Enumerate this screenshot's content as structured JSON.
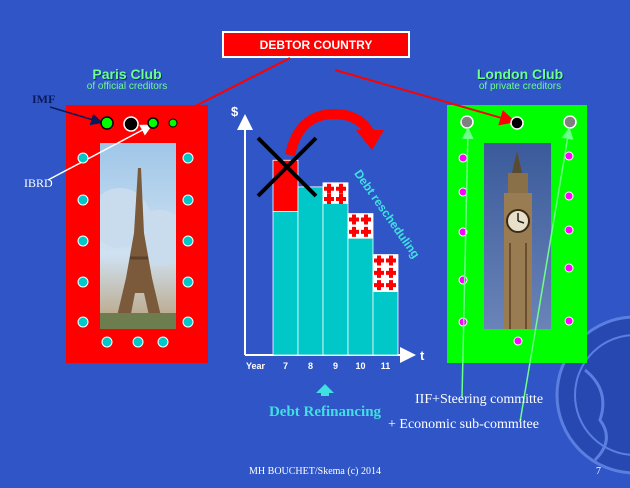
{
  "title": "DEBTOR COUNTRY",
  "paris": {
    "name": "Paris Club",
    "sub": "of official creditors",
    "imf": "IMF",
    "ibrd": "IBRD"
  },
  "london": {
    "name": "London Club",
    "sub": "of private creditors",
    "iif": "IIF+Steering committe",
    "econ": "+ Economic sub-commitee"
  },
  "chart": {
    "ylabel": "$",
    "xlabel": "t",
    "axis_label": "Year",
    "years": [
      "7",
      "8",
      "9",
      "10",
      "11"
    ],
    "rescheduling": "Debt rescheduling",
    "refinancing": "Debt Refinancing"
  },
  "chart_data": {
    "type": "bar",
    "categories": [
      "7",
      "8",
      "9",
      "10",
      "11"
    ],
    "series": [
      {
        "values": [
          7,
          8.2,
          7.4,
          5.7,
          3.1
        ]
      },
      {
        "values": [
          2.5,
          0,
          1,
          1.2,
          1.8
        ]
      }
    ]
  },
  "colors": {
    "background": "#2f55c6",
    "paris_frame": "#ff0000",
    "london_frame": "#00ff00",
    "bar": "#00c8c8",
    "paris_dot": "#00c8c8",
    "london_dot": "#ff00ff"
  },
  "footer": {
    "credit": "MH BOUCHET/Skema (c) 2014",
    "page": "7"
  }
}
